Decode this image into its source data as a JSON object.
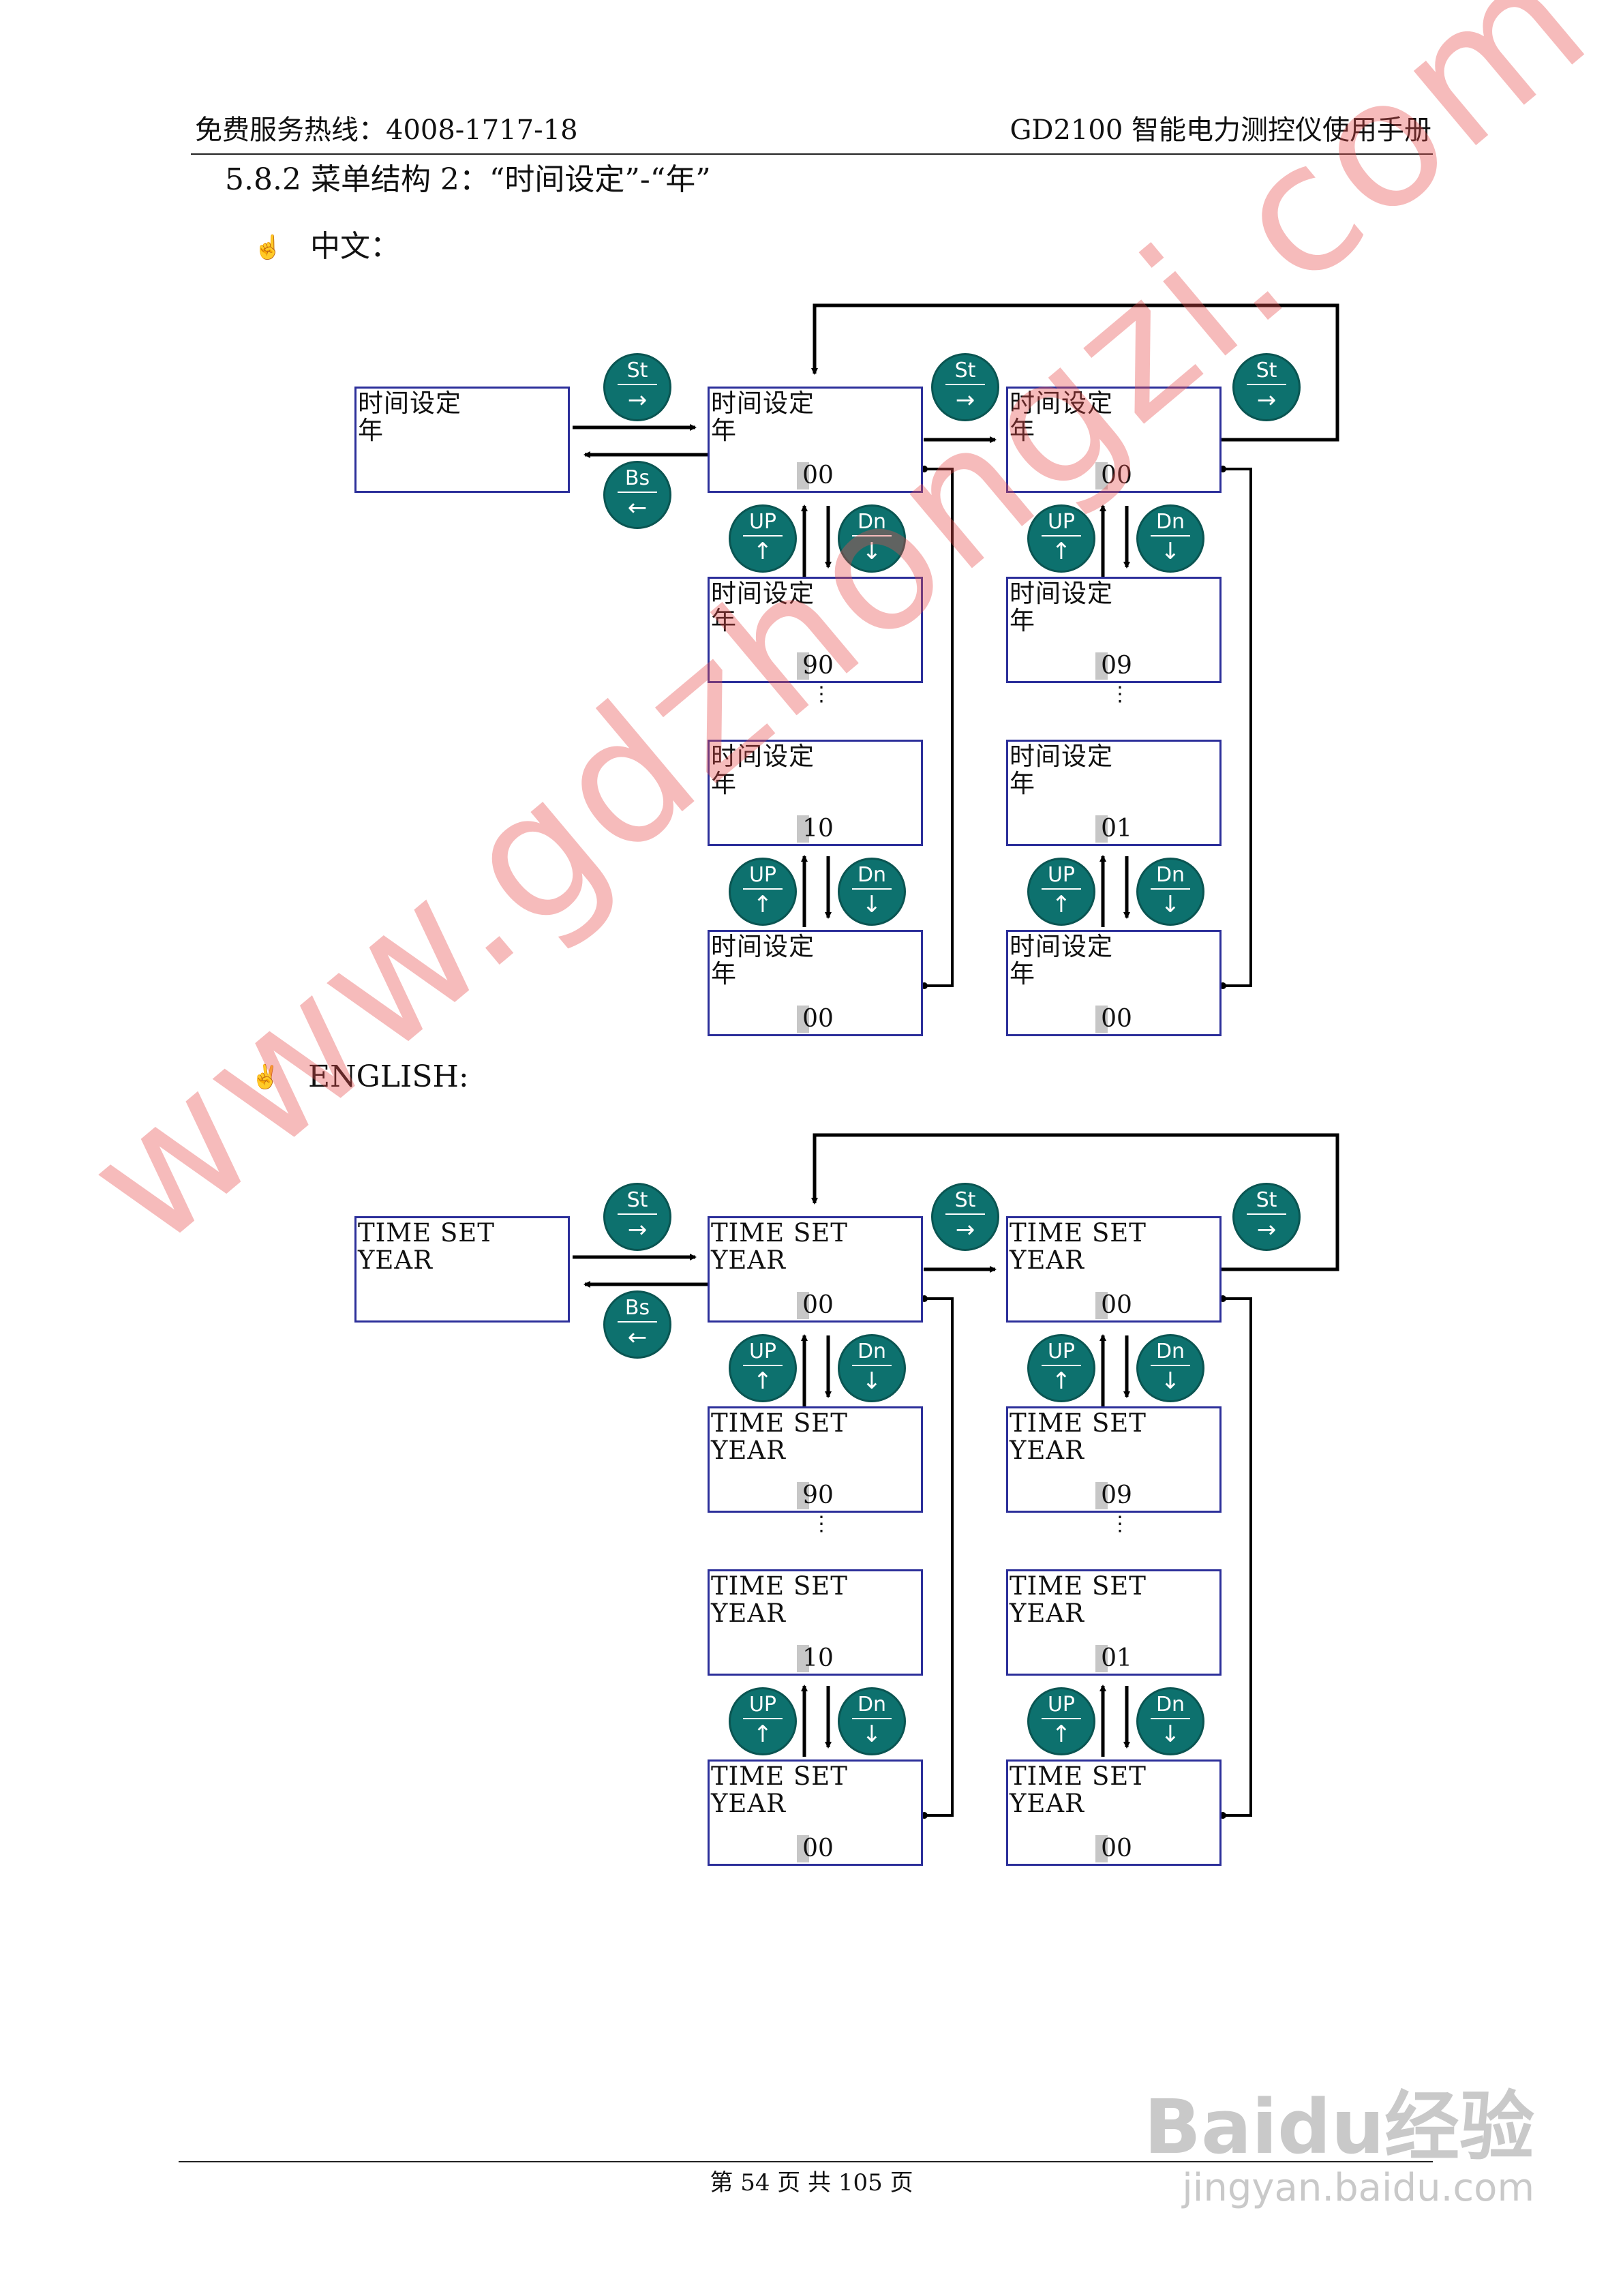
{
  "header": {
    "hotline": "免费服务热线：4008-1717-18",
    "manual": "GD2100 智能电力测控仪使用手册"
  },
  "section": {
    "title": "5.8.2    菜单结构 2：“时间设定”-“年”"
  },
  "chinese": {
    "bullet_icon": "hand-pointing-icon",
    "label": "中文：",
    "line1": "时间设定",
    "line2": "年",
    "values": {
      "left_top": "00",
      "left_2": "90",
      "left_3": "10",
      "left_4": "00",
      "right_top": "00",
      "right_2": "09",
      "right_3": "01",
      "right_4": "00"
    }
  },
  "english": {
    "bullet_icon": "victory-hand-icon",
    "label": "ENGLISH:",
    "line1": "TIME  SET",
    "line2": "YEAR",
    "values": {
      "left_top": "00",
      "left_2": "90",
      "left_3": "10",
      "left_4": "00",
      "right_top": "00",
      "right_2": "09",
      "right_3": "01",
      "right_4": "00"
    }
  },
  "keys": {
    "st": "St",
    "bs": "Bs",
    "up": "UP",
    "dn": "Dn",
    "right_glyph": "→",
    "left_glyph": "←",
    "up_glyph": "↑",
    "down_glyph": "↓"
  },
  "dots": "⋮",
  "footer": {
    "page": "第 54 页 共 105 页"
  },
  "watermarks": {
    "site": "www.gdzhongzi.com",
    "baidu": "Baidu经验",
    "baidu_url": "jingyan.baidu.com"
  },
  "colors": {
    "screen_border": "#2c2f9a",
    "key_fill": "#0d716e",
    "watermark": "#e84c4c"
  }
}
